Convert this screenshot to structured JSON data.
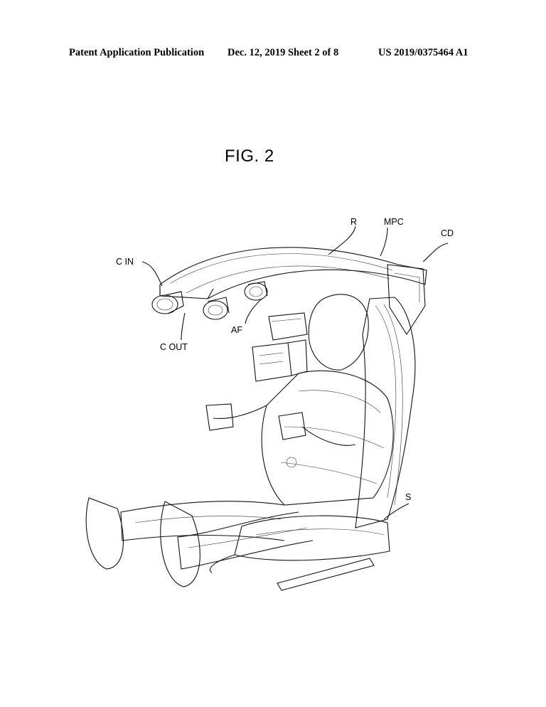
{
  "header": {
    "left": "Patent Application Publication",
    "middle": "Dec. 12, 2019   Sheet 2 of 8",
    "right": "US 2019/0375464 A1"
  },
  "figure": {
    "title": "FIG. 2",
    "labels": {
      "r": "R",
      "mpc": "MPC",
      "cd": "CD",
      "c_in": "C IN",
      "af": "AF",
      "c_out": "C OUT",
      "s": "S"
    }
  }
}
